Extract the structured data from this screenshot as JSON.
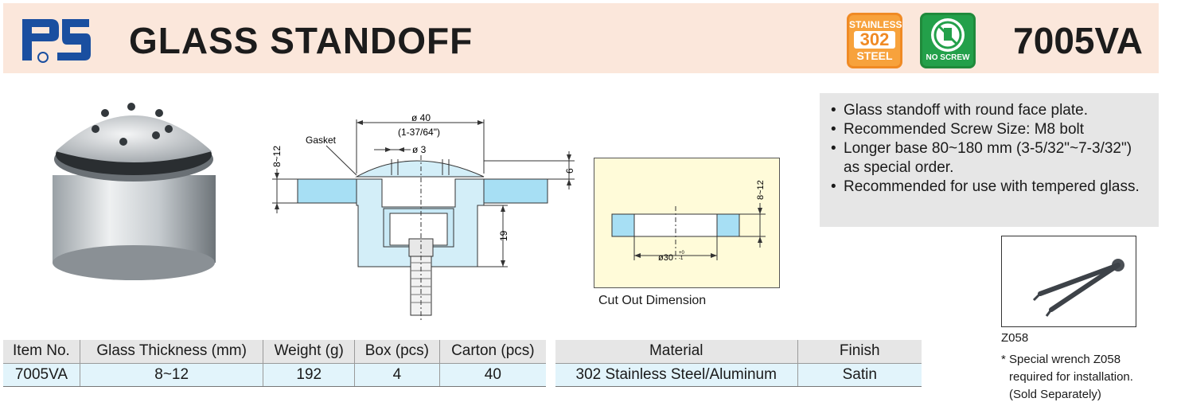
{
  "header": {
    "title": "GLASS STANDOFF",
    "model": "7005VA",
    "badge_stainless": {
      "line1": "STAINLESS",
      "line2": "302",
      "line3": "STEEL"
    },
    "badge_noscrew": {
      "label": "NO SCREW"
    },
    "colors": {
      "header_bg": "#fbe7db",
      "logo_blue": "#1a4fa0",
      "badge_orange": "#f7a23c",
      "badge_green": "#23a04a"
    }
  },
  "description": {
    "items": [
      "Glass standoff with round face plate.",
      "Recommended Screw Size: M8 bolt",
      "Longer base 80~180 mm (3-5/32\"~7-3/32\") as special order.",
      "Recommended for use with tempered glass."
    ]
  },
  "drawing": {
    "gasket": "Gasket",
    "dia40": "ø 40",
    "dia40_in": "(1-37/64\")",
    "dia3": "ø 3",
    "thick": "8~12",
    "six": "6",
    "nineteen": "19"
  },
  "cutout": {
    "thick": "8~12",
    "dia": "ø30",
    "tol_plus": "+0",
    "tol_minus": "-1",
    "caption": "Cut Out Dimension"
  },
  "wrench": {
    "code": "Z058",
    "note": [
      "* Special wrench Z058",
      "required for installation.",
      "(Sold Separately)"
    ]
  },
  "spec_table": {
    "headers": [
      "Item No.",
      "Glass Thickness (mm)",
      "Weight (g)",
      "Box (pcs)",
      "Carton (pcs)"
    ],
    "row": [
      "7005VA",
      "8~12",
      "192",
      "4",
      "40"
    ]
  },
  "material_table": {
    "headers": [
      "Material",
      "Finish"
    ],
    "row": [
      "302 Stainless Steel/Aluminum",
      "Satin"
    ]
  }
}
